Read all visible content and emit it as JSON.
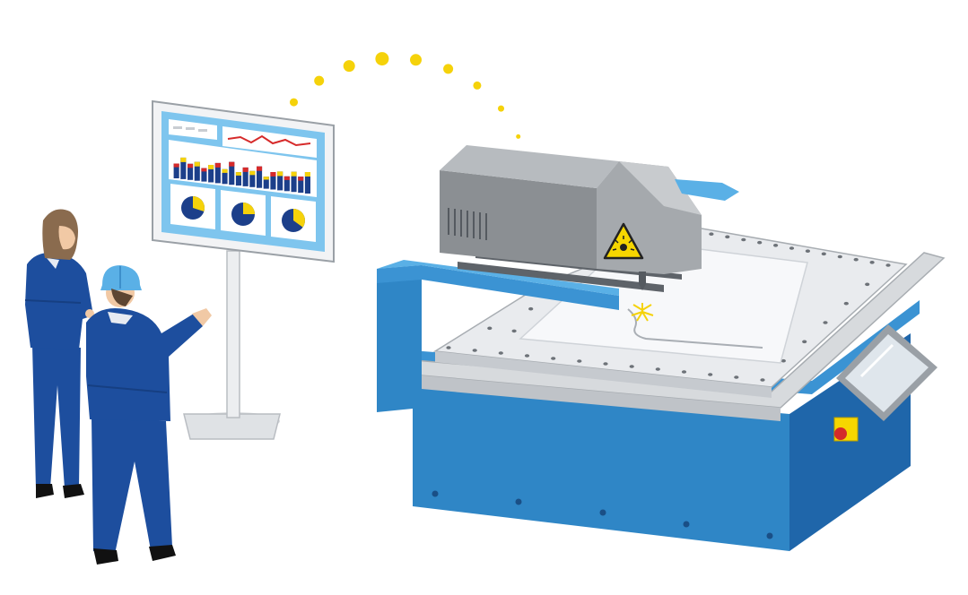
{
  "colors": {
    "background": "#ffffff",
    "machine_blue": "#2f86c6",
    "machine_blue_dark": "#1f5fa0",
    "machine_blue_light": "#5ab0e6",
    "table_grey": "#e7e9ec",
    "laser_head_grey": "#8b8f93",
    "uniform_navy": "#1d4e9e",
    "signal_yellow": "#f5d20a",
    "warning_yellow": "#f6d600",
    "stop_red": "#d42a2a",
    "chart_red": "#d62a2a",
    "chart_navy": "#1c3f8a"
  },
  "icons": {
    "wireless_signal": "signal-dots-icon",
    "laser_warning": "laser-warning-icon",
    "emergency_stop": "emergency-stop-button"
  },
  "monitor": {
    "bar_chart_heights": [
      0.55,
      0.8,
      0.6,
      0.7,
      0.5,
      0.65,
      0.75,
      0.55,
      0.85,
      0.5,
      0.7,
      0.6,
      0.8,
      0.45,
      0.65,
      0.7,
      0.55,
      0.75,
      0.6,
      0.8
    ],
    "pie_charts": [
      0.3,
      0.25,
      0.35
    ]
  }
}
